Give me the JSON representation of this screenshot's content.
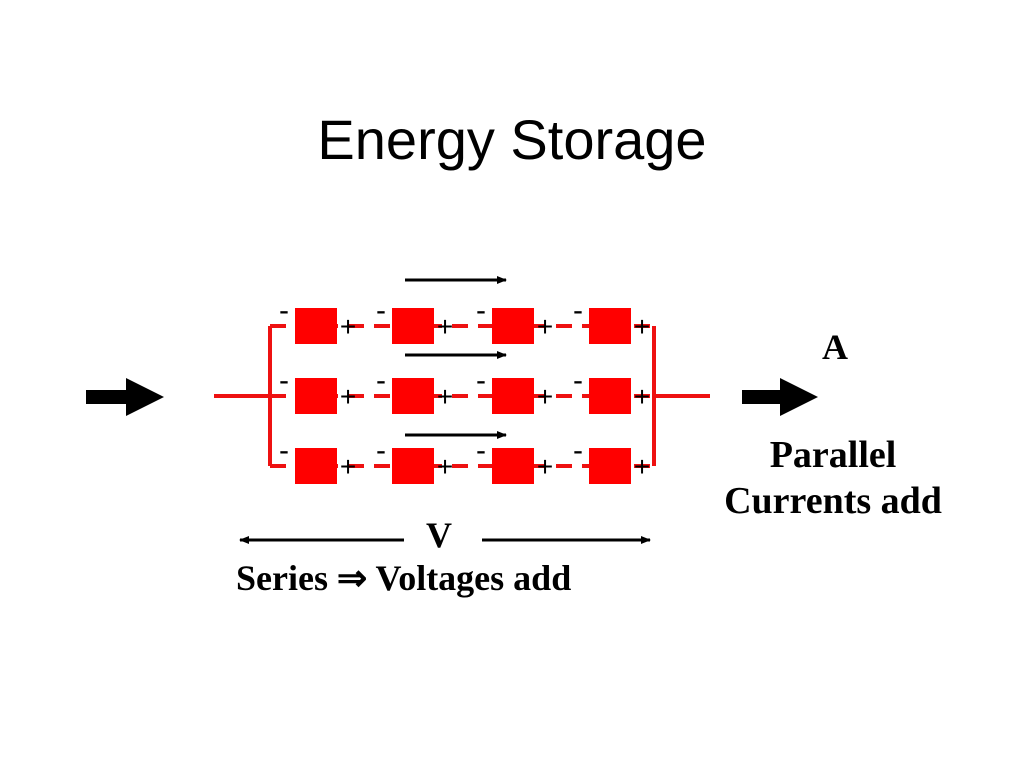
{
  "slide": {
    "title": "Energy Storage"
  },
  "diagram": {
    "rows": 3,
    "cells_per_row": 4,
    "cell_minus": "-",
    "cell_plus": "+",
    "current_label": "A",
    "parallel_text": "Parallel",
    "parallel_note": "Currents add",
    "voltage_label": "V",
    "series_label": "Series",
    "implies_symbol": "⇒",
    "series_note": "Voltages add",
    "colors": {
      "battery": "#ff0000",
      "wire": "#ee1111",
      "arrow": "#000000"
    }
  }
}
